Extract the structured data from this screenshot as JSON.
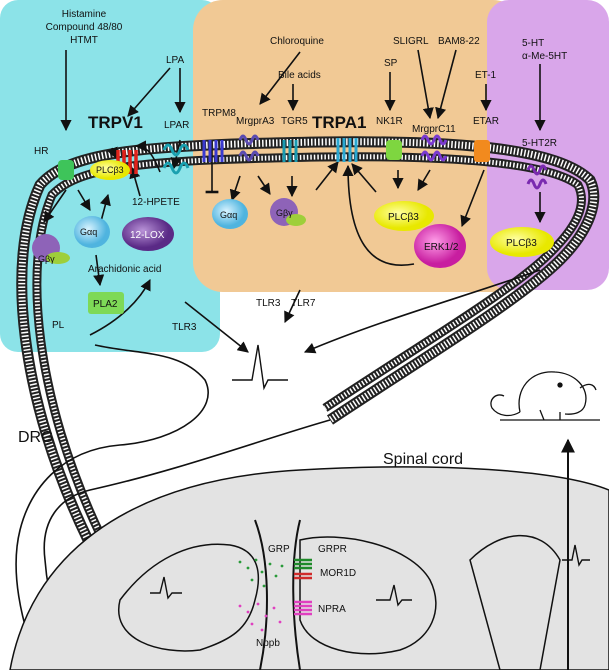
{
  "trpv1_panel": {
    "ligands_left": [
      "Histamine",
      "Compound 48/80",
      "HTMT"
    ],
    "ligand_lpa": "LPA",
    "channel": "TRPV1",
    "receptors": {
      "hr": "HR",
      "lpar": "LPAR"
    },
    "signaling": {
      "plc": "PLCβ3",
      "gbg": "Gβγ",
      "gaq": "Gαq",
      "lox": "12-LOX",
      "hpete": "12-HPETE",
      "aa": "Arachidonic acid",
      "pla2": "PLA2",
      "pl": "PL"
    },
    "colors": {
      "panel": "#7fe0e6"
    }
  },
  "trpa1_panel": {
    "ligands": {
      "chloroquine": "Chloroquine",
      "bile": "Bile acids",
      "slig": "SLIGRL",
      "bam": "BAM8-22",
      "sp": "SP",
      "et1": "ET-1"
    },
    "channel": "TRPA1",
    "receptors": {
      "trpm8": "TRPM8",
      "mrgpra3": "MrgprA3",
      "tgr5": "TGR5",
      "nk1r": "NK1R",
      "mrgprc11": "MrgprC11",
      "etar": "ETAR"
    },
    "signaling": {
      "gaq": "Gαq",
      "gbg": "Gβγ",
      "plc": "PLCβ3",
      "erk": "ERK1/2"
    },
    "colors": {
      "panel": "#f1c995"
    }
  },
  "serotonin_panel": {
    "ligands": [
      "5-HT",
      "α-Me-5HT"
    ],
    "receptor": "5-HT2R",
    "plc": "PLCβ3",
    "colors": {
      "panel": "#d9a6ea"
    }
  },
  "tlr": {
    "tlr3_left": "TLR3",
    "tlr3_mid": "TLR3",
    "tlr7": "TLR7"
  },
  "labels": {
    "drg": "DRG",
    "spinal_cord": "Spinal cord"
  },
  "spinal": {
    "grp": "GRP",
    "grpr": "GRPR",
    "mor1d": "MOR1D",
    "npra": "NPRA",
    "nppb": "Nppb"
  },
  "icons": [
    "mouse-icon",
    "action-potential-icon"
  ]
}
